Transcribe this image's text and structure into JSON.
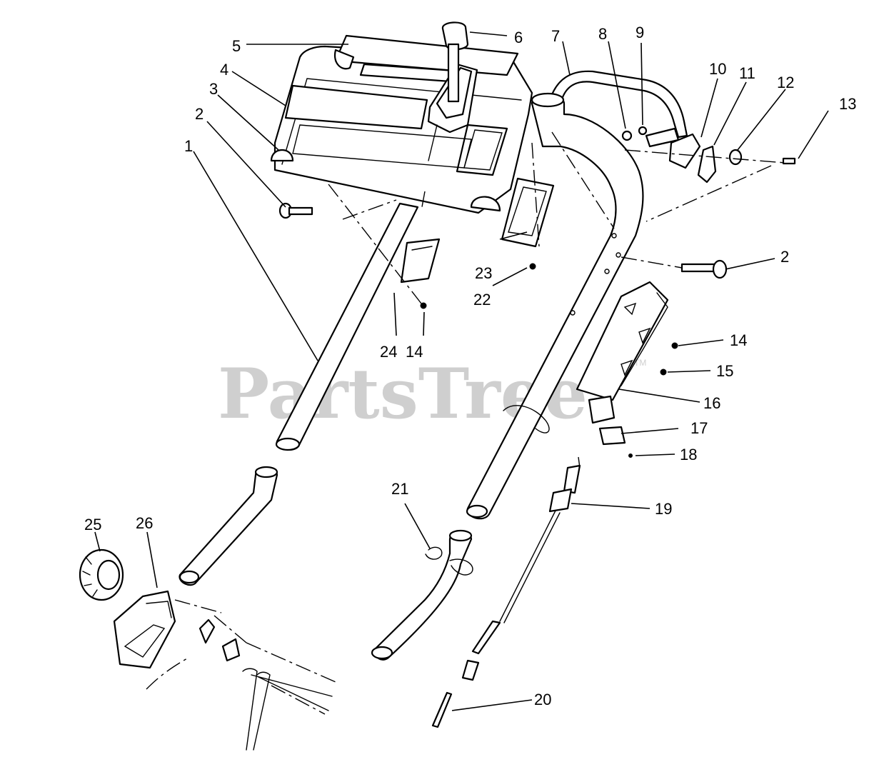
{
  "watermark": {
    "text": "PartsTree",
    "trademark": "TM"
  },
  "callouts": [
    {
      "id": "p1",
      "label": "1"
    },
    {
      "id": "p2a",
      "label": "2"
    },
    {
      "id": "p2b",
      "label": "2"
    },
    {
      "id": "p3",
      "label": "3"
    },
    {
      "id": "p4",
      "label": "4"
    },
    {
      "id": "p5",
      "label": "5"
    },
    {
      "id": "p6",
      "label": "6"
    },
    {
      "id": "p7",
      "label": "7"
    },
    {
      "id": "p8",
      "label": "8"
    },
    {
      "id": "p9",
      "label": "9"
    },
    {
      "id": "p10",
      "label": "10"
    },
    {
      "id": "p11",
      "label": "11"
    },
    {
      "id": "p12",
      "label": "12"
    },
    {
      "id": "p13",
      "label": "13"
    },
    {
      "id": "p14a",
      "label": "14"
    },
    {
      "id": "p14b",
      "label": "14"
    },
    {
      "id": "p15",
      "label": "15"
    },
    {
      "id": "p16",
      "label": "16"
    },
    {
      "id": "p17",
      "label": "17"
    },
    {
      "id": "p18",
      "label": "18"
    },
    {
      "id": "p19",
      "label": "19"
    },
    {
      "id": "p20",
      "label": "20"
    },
    {
      "id": "p21",
      "label": "21"
    },
    {
      "id": "p22",
      "label": "22"
    },
    {
      "id": "p23",
      "label": "23"
    },
    {
      "id": "p24",
      "label": "24"
    },
    {
      "id": "p25",
      "label": "25"
    },
    {
      "id": "p26",
      "label": "26"
    }
  ]
}
